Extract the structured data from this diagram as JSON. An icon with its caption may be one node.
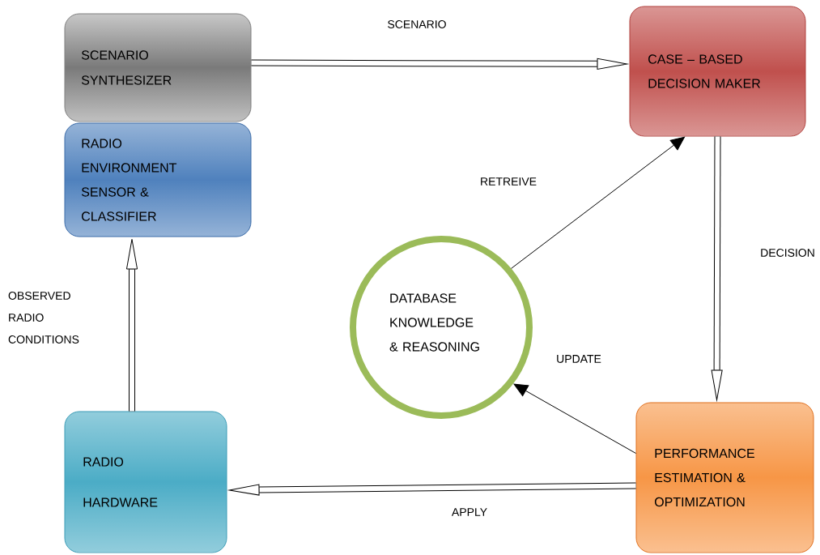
{
  "diagram": {
    "nodes": [
      {
        "text": [
          "SCENARIO SYNTHESIZER"
        ]
      },
      {
        "text": [
          "RADIO ENVIRONMENT SENSOR & CLASSIFIER"
        ]
      },
      {
        "text": [
          "CASE – BASED DECISION MAKER"
        ]
      },
      {
        "text": [
          "DATABASE KNOWLEDGE & REASONING"
        ]
      },
      {
        "text": [
          "RADIO HARDWARE"
        ]
      },
      {
        "text": [
          "PERFORMANCE ESTIMATION & OPTIMIZATION"
        ]
      }
    ],
    "edges": [
      {
        "from": 0,
        "to": 2,
        "arrow": "to",
        "label": "SCENARIO"
      },
      {
        "from": 2,
        "to": 5,
        "arrow": "to",
        "label": "DECISION"
      },
      {
        "from": 5,
        "to": 4,
        "arrow": "to",
        "label": "APPLY"
      },
      {
        "from": 4,
        "to": 1,
        "arrow": "to",
        "label": "OBSERVED RADIO CONDITIONS"
      },
      {
        "from": 3,
        "to": 2,
        "arrow": "to",
        "label": "RETREIVE"
      },
      {
        "from": 5,
        "to": 3,
        "arrow": "to",
        "label": "UPDATE"
      }
    ]
  }
}
